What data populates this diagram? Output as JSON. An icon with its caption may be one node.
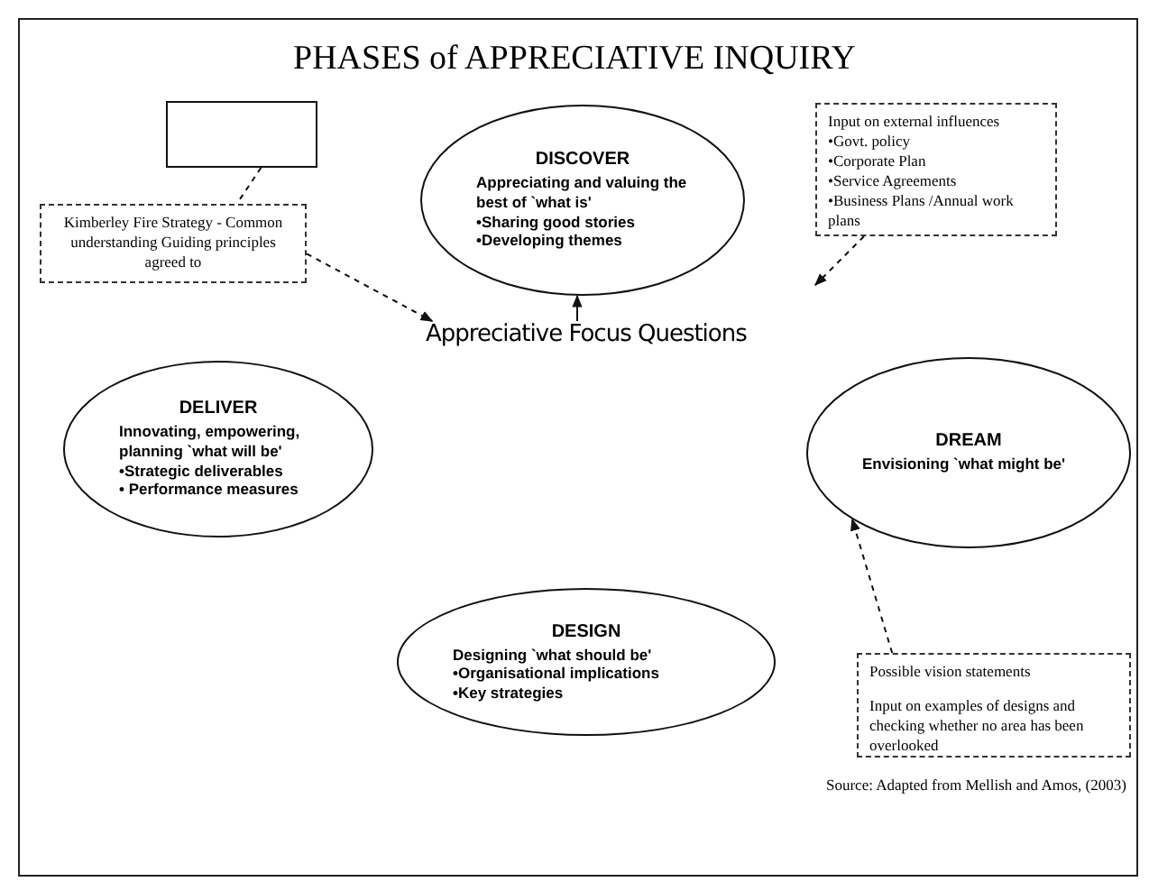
{
  "diagram": {
    "title": "PHASES of APPRECIATIVE INQUIRY",
    "nodes": [
      {
        "text": [],
        "shape": "box"
      },
      {
        "text": [
          "Kimberley Fire Strategy - Common understanding Guiding principles agreed to"
        ]
      },
      {
        "text": [
          "DISCOVER",
          "Appreciating and valuing the best of `what is'",
          "•Sharing good stories",
          "•Developing themes"
        ]
      },
      {
        "text": [
          "Input on external influences",
          "•Govt. policy",
          "•Corporate Plan",
          "•Service Agreements",
          "•Business Plans /Annual work plans"
        ]
      },
      {
        "text": [
          "Appreciative Focus Questions"
        ]
      },
      {
        "text": [
          "DREAM",
          "Envisioning `what might be'"
        ]
      },
      {
        "text": [
          "DELIVER",
          "Innovating, empowering, planning `what will be'",
          "•Strategic deliverables",
          "• Performance measures"
        ]
      },
      {
        "text": [
          "DESIGN",
          "Designing `what should be'",
          "•Organisational implications",
          "•Key strategies"
        ]
      },
      {
        "text": [
          "Possible vision statements",
          "Input on examples of designs and checking whether no area has been overlooked"
        ]
      }
    ],
    "edges": [
      {
        "from": 0,
        "to": 1,
        "arrow": "none",
        "style": "dashed"
      },
      {
        "from": 1,
        "to": 4,
        "arrow": "to",
        "style": "dashed"
      },
      {
        "from": 4,
        "to": 2,
        "arrow": "to"
      },
      {
        "from": 3,
        "to": null,
        "arrow": "to",
        "style": "dashed"
      },
      {
        "from": 8,
        "to": 5,
        "arrow": "to",
        "style": "dashed"
      }
    ],
    "labels": [
      "Source: Adapted from Mellish and Amos, (2003)"
    ]
  }
}
